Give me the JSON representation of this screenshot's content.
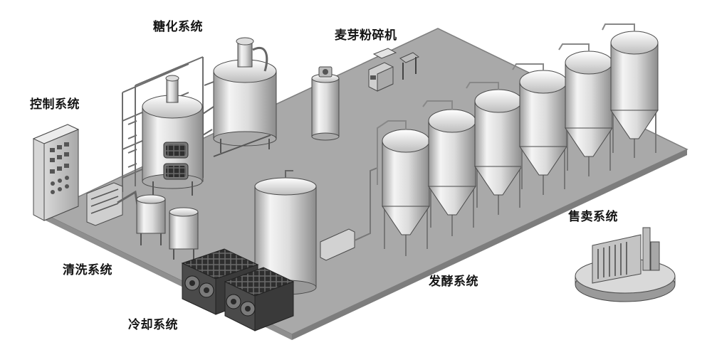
{
  "labels": {
    "saccharification": "糖化系统",
    "malt_mill": "麦芽粉碎机",
    "control": "控制系统",
    "cleaning": "清洗系统",
    "cooling": "冷却系统",
    "fermentation": "发酵系统",
    "sales": "售卖系统"
  },
  "colors": {
    "floor": "#a9a9a9",
    "floor_edge": "#7e7e7e",
    "steel_light": "#f2f2f2",
    "steel_mid": "#cfcfcf",
    "steel_dark": "#8e8e8e",
    "outline": "#4a4a4a",
    "cooler": "#3a3a3a"
  }
}
